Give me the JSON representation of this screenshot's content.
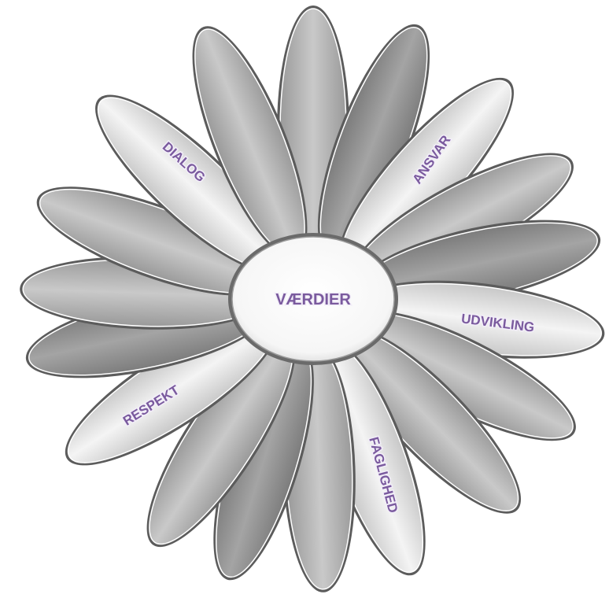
{
  "center": {
    "label": "VÆRDIER"
  },
  "value_petals": [
    {
      "key": "dialog",
      "label": "DIALOG"
    },
    {
      "key": "ansvar",
      "label": "ANSVAR"
    },
    {
      "key": "udvikling",
      "label": "UDVIKLING"
    },
    {
      "key": "faglighed",
      "label": "FAGLIGHED"
    },
    {
      "key": "respekt",
      "label": "RESPEKT"
    }
  ],
  "colors": {
    "petal_light": "#dcdcdc",
    "petal_mid": "#b4b4b4",
    "petal_dark": "#8e8e8e",
    "petal_outline": "#5a5a5a",
    "text": "#7a5a9e",
    "center_fill": "#ffffff"
  }
}
